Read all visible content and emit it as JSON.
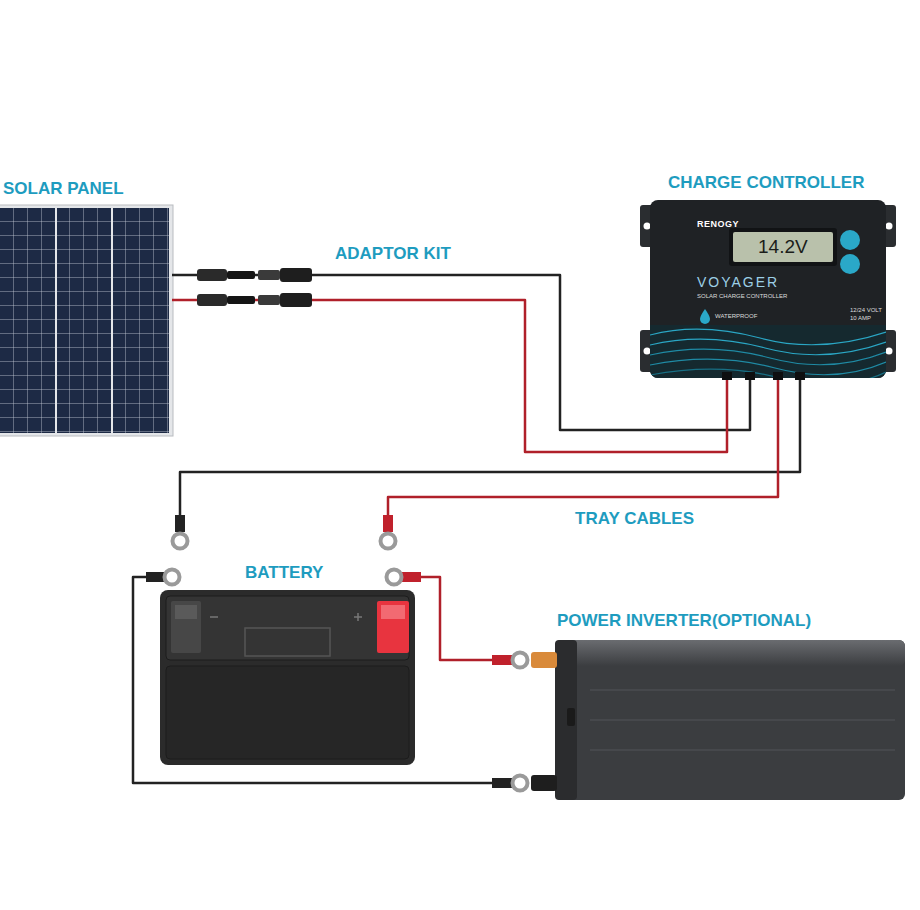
{
  "diagram": {
    "nodes": [
      {
        "text": [
          "SOLAR PANEL"
        ]
      },
      {
        "text": [
          "CHARGE CONTROLLER",
          "RENOGY",
          "14.2V",
          "VOYAGER",
          "SOLAR CHARGE CONTROLLER",
          "WATERPROOF",
          "12/24 VOLT",
          "10 AMP"
        ]
      },
      {
        "text": [
          "BATTERY"
        ]
      },
      {
        "text": [
          "POWER INVERTER(OPTIONAL)"
        ]
      }
    ],
    "edges": [
      {
        "from": 0,
        "to": 1,
        "arrow": "none",
        "label": "ADAPTOR KIT"
      },
      {
        "from": 0,
        "to": 1,
        "arrow": "none"
      },
      {
        "from": 1,
        "to": 2,
        "arrow": "none"
      },
      {
        "from": 1,
        "to": 2,
        "arrow": "none",
        "label": "TRAY CABLES"
      },
      {
        "from": 2,
        "to": 3,
        "arrow": "none"
      },
      {
        "from": 2,
        "to": 3,
        "arrow": "none"
      }
    ]
  }
}
